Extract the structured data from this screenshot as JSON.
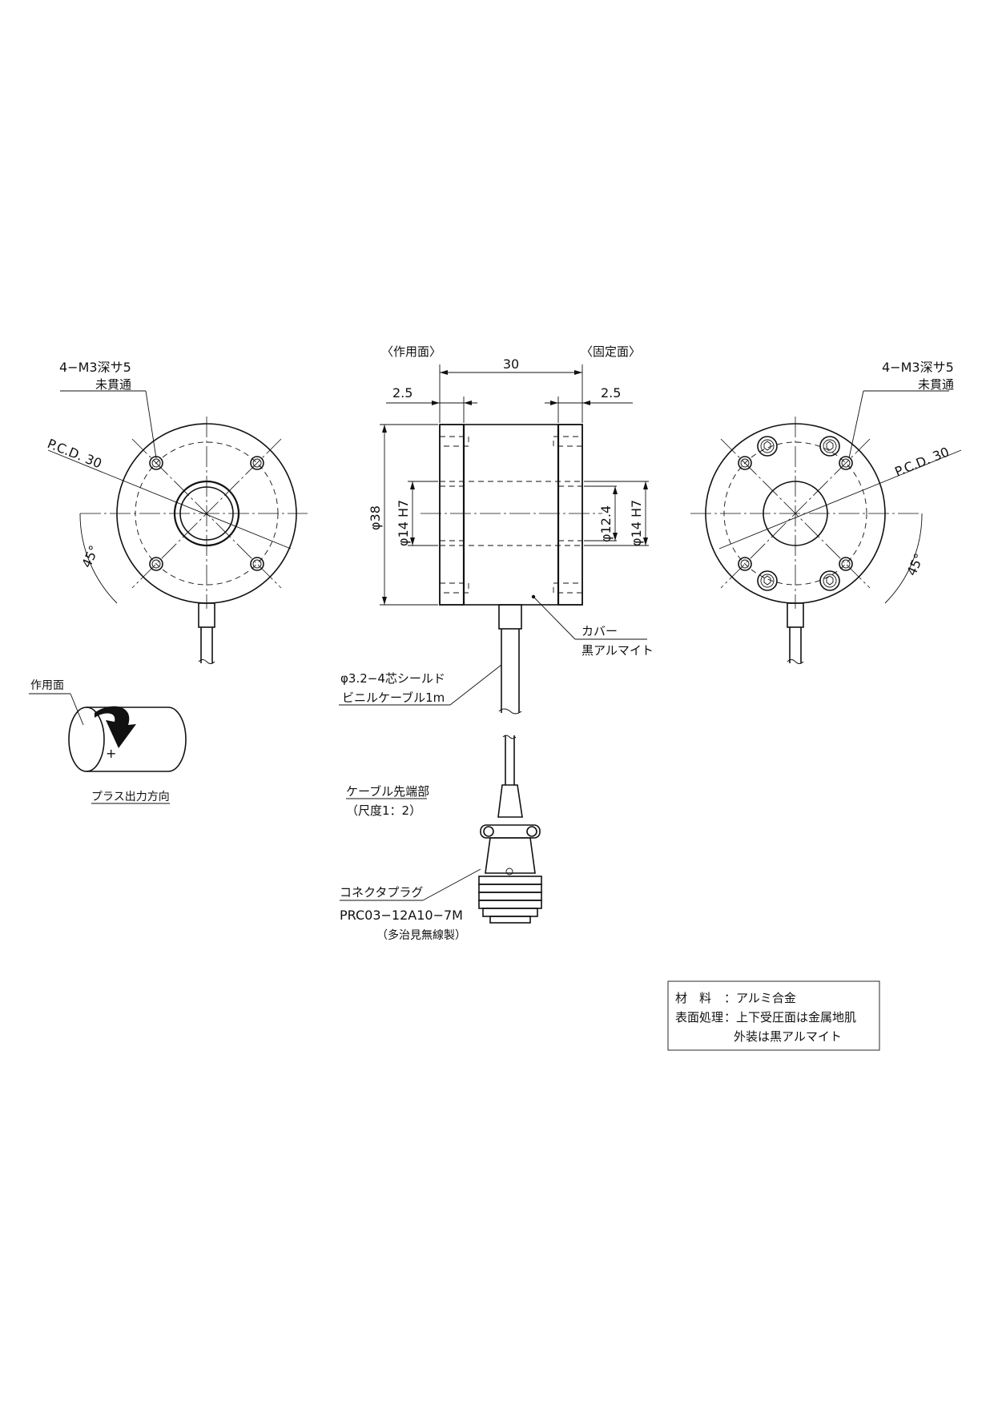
{
  "left_view": {
    "thread_note": "4−M3深サ5",
    "thread_note_sub": "未貫通",
    "pcd": "P.C.D. 30",
    "angle": "45°"
  },
  "front_view": {
    "working_face": "〈作用面〉",
    "fixed_face": "〈固定面〉",
    "width": "30",
    "flange_left": "2.5",
    "flange_right": "2.5",
    "outer_dia": "φ38",
    "bore_left": "φ14 H7",
    "inner_dia": "φ12.4",
    "bore_right": "φ14 H7",
    "cover": "カバー",
    "cover_finish": "黒アルマイト",
    "cable": "φ3.2−4芯シールド",
    "cable_sub": "ビニルケーブル1m"
  },
  "right_view": {
    "thread_note": "4−M3深サ5",
    "thread_note_sub": "未貫通",
    "pcd": "P.C.D. 30",
    "angle": "45°"
  },
  "direction_sketch": {
    "face_label": "作用面",
    "plus": "+",
    "caption": "プラス出力方向"
  },
  "cable_end": {
    "title": "ケーブル先端部",
    "scale": "（尺度1：2）",
    "connector": "コネクタプラグ",
    "part_no": "PRC03−12A10−7M",
    "maker": "（多治見無線製）"
  },
  "spec_table": {
    "material_label": "材　料",
    "material_value": "：アルミ合金",
    "surface_label": "表面処理",
    "surface_value_1": "：上下受圧面は金属地肌",
    "surface_value_2": "外装は黒アルマイト"
  }
}
